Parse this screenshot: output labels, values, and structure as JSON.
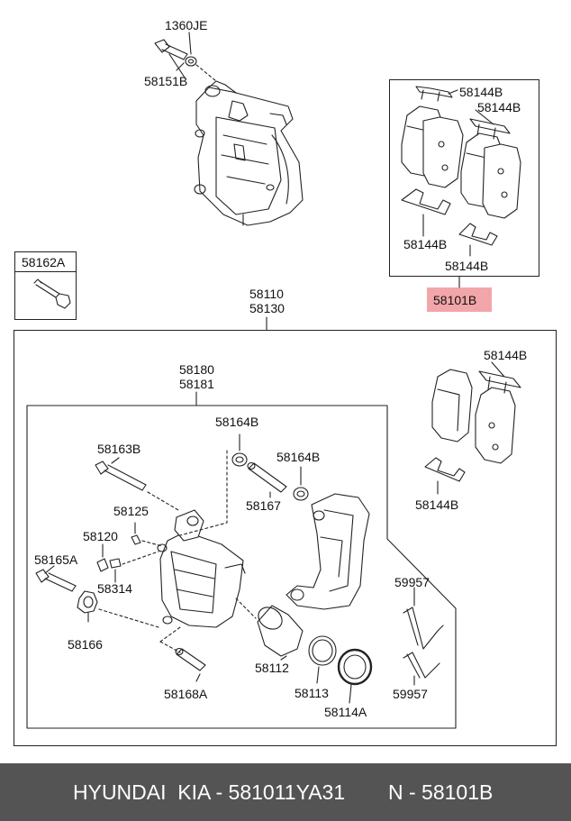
{
  "diagram": {
    "labels": {
      "bolt_1360JE": "1360JE",
      "bolt_58151B": "58151B",
      "part_58162A": "58162A",
      "assy_58110": "58110",
      "assy_58130": "58130",
      "sub_58180": "58180",
      "sub_58181": "58181",
      "shim_top_1": "58144B",
      "shim_top_2": "58144B",
      "shim_top_3": "58144B",
      "shim_top_4": "58144B",
      "pad_kit": "58101B",
      "shim_mid_1": "58144B",
      "shim_mid_2": "58144B",
      "boot_1": "58164B",
      "boot_2": "58164B",
      "pin_58163B": "58163B",
      "pin_58167": "58167",
      "part_58125": "58125",
      "part_58120": "58120",
      "part_58314": "58314",
      "bolt_58165A": "58165A",
      "boot_58166": "58166",
      "piston_58112": "58112",
      "seal_58113": "58113",
      "seal_58114A": "58114A",
      "pin_58168A": "58168A",
      "spring_1": "59957",
      "spring_2": "59957"
    }
  },
  "footer": {
    "brand": "HYUNDAI  KIA - 581011YA31",
    "ref": "N - 58101B"
  },
  "colors": {
    "highlight": "#f3a6aa",
    "footer_bg": "#545454",
    "line": "#222222"
  }
}
